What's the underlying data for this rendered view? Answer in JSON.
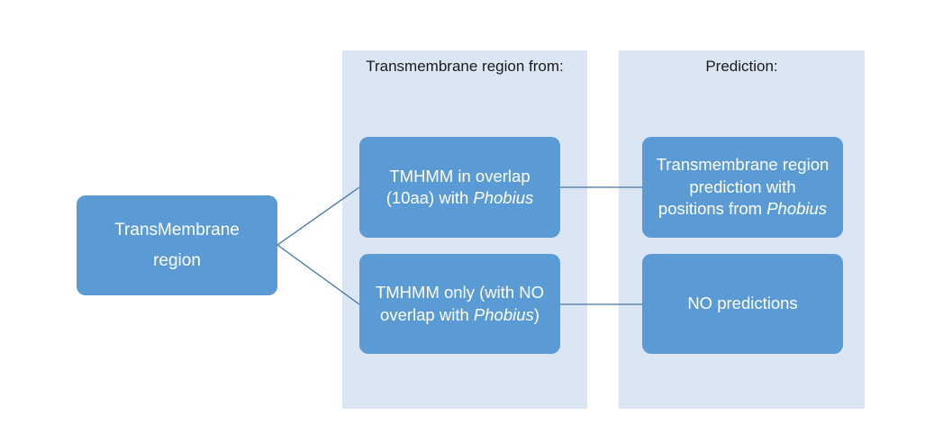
{
  "panels": {
    "source_title": "Transmembrane region from:",
    "prediction_title": "Prediction:"
  },
  "nodes": {
    "root": {
      "line1": "TransMembrane",
      "line2": "region"
    },
    "overlap": {
      "line1": "TMHMM in overlap",
      "line2_pre": "(10aa) with ",
      "line2_em": "Phobius"
    },
    "only": {
      "line1": "TMHMM only (with NO",
      "line2_pre": "overlap with ",
      "line2_em": "Phobius",
      "line2_post": ")"
    },
    "tm_prediction": {
      "line1": "Transmembrane region",
      "line2": "prediction with",
      "line3_pre": "positions from ",
      "line3_em": "Phobius"
    },
    "no_prediction": {
      "label": "NO predictions"
    }
  },
  "colors": {
    "panel_fill": "#dae6f4",
    "node_fill": "#5b9bd5",
    "node_text": "#ffffff",
    "connector": "#4472a8"
  }
}
